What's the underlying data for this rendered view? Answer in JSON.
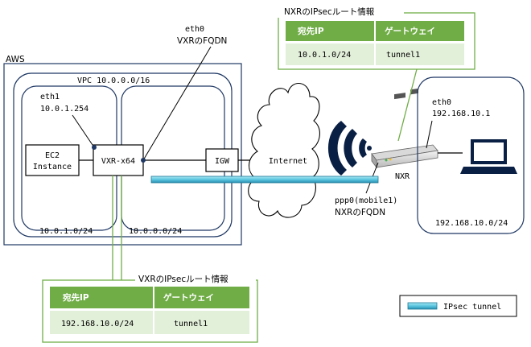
{
  "aws": {
    "label": "AWS"
  },
  "vpc": {
    "label": "VPC 10.0.0.0/16"
  },
  "subnets": {
    "private": "10.0.1.0/24",
    "public": "10.0.0.0/24"
  },
  "ec2": {
    "line1": "EC2",
    "line2": "Instance"
  },
  "vxr": {
    "label": "VXR-x64",
    "eth1_label": "eth1",
    "eth1_ip": "10.0.1.254",
    "eth0_label": "eth0",
    "eth0_fqdn": "VXRのFQDN"
  },
  "igw": {
    "label": "IGW"
  },
  "internet": {
    "label": "Internet"
  },
  "nxr": {
    "label": "NXR",
    "ppp_label": "ppp0(mobile1)",
    "ppp_fqdn": "NXRのFQDN"
  },
  "lan": {
    "eth0_label": "eth0",
    "eth0_ip": "192.168.10.1",
    "subnet": "192.168.10.0/24"
  },
  "nxr_route_table": {
    "title": "NXRのIPsecルート情報",
    "headers": [
      "宛先IP",
      "ゲートウェイ"
    ],
    "rows": [
      [
        "10.0.1.0/24",
        "tunnel1"
      ]
    ]
  },
  "vxr_route_table": {
    "title": "VXRのIPsecルート情報",
    "headers": [
      "宛先IP",
      "ゲートウェイ"
    ],
    "rows": [
      [
        "192.168.10.0/24",
        "tunnel1"
      ]
    ]
  },
  "legend": {
    "label": "IPsec tunnel"
  },
  "colors": {
    "region_border": "#1f3864",
    "table_green": "#70ad47",
    "table_row": "#e2efd9",
    "tunnel": "#5bc7e0",
    "wifi": "#0a1f44"
  }
}
